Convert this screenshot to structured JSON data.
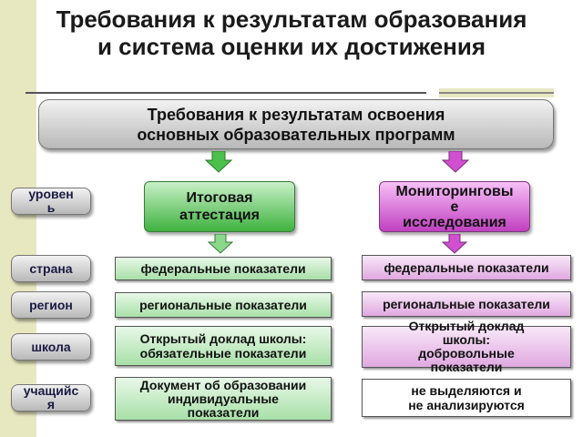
{
  "title": "Требования к результатам образования\nи система оценки их достижения",
  "main_box": "Требования к результатам освоения\nосновных образовательных программ",
  "level_header": "уровен\nь",
  "left_header": "Итоговая\nаттестация",
  "right_header": "Мониторинговы\nе\nисследования",
  "rows": [
    {
      "level": "страна",
      "left": "федеральные показатели",
      "right": "федеральные показатели"
    },
    {
      "level": "регион",
      "left": "региональные показатели",
      "right": "региональные показатели"
    },
    {
      "level": "школа",
      "left": "Открытый доклад школы:\nобязательные показатели",
      "right": "Открытый доклад\nшколы:\nдобровольные\nпоказатели"
    },
    {
      "level": "учащийс\nя",
      "left": "Документ об образовании\nиндивидуальные\nпоказатели",
      "right": "не выделяются и\nне анализируются"
    }
  ],
  "colors": {
    "green": "#3fb23f",
    "magenta": "#c040c0",
    "grey": "#b8b8b8",
    "stripe": "#e8e8c0"
  }
}
